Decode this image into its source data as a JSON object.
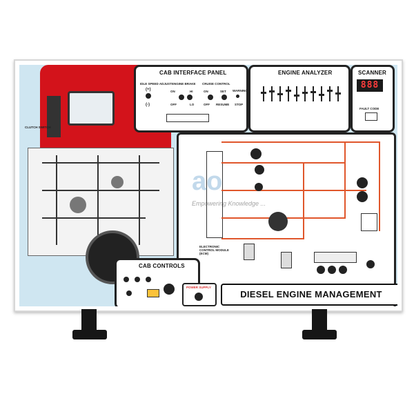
{
  "cab_interface_panel": {
    "title": "CAB INTERFACE PANEL",
    "idle_speed_adjust": "IDLE SPEED ADJUST",
    "plus": "(+)",
    "minus": "(-)",
    "engine_brake": "ENGINE BRAKE",
    "on": "ON",
    "off": "OFF",
    "hi": "HI",
    "lo": "LO",
    "cruise_control": "CRUISE CONTROL",
    "set": "SET",
    "resume": "RESUME",
    "warning": "WARNING",
    "stop": "STOP"
  },
  "engine_analyzer": {
    "title": "ENGINE ANALYZER"
  },
  "scanner": {
    "title": "SCANNER",
    "display": "888",
    "fault_code": "FAULT CODE"
  },
  "cab_controls": {
    "title": "CAB CONTROLS"
  },
  "power_supply": {
    "label": "POWER SUPPLY"
  },
  "trainer_title": "DIESEL ENGINE MANAGEMENT TRAINER",
  "clutch_switch": "CLUTCH SWITCH",
  "ecm_label": "ELECTRONIC CONTROL MODULE (ECM)",
  "watermark": {
    "logo": "ao",
    "tagline": "Empowering Knowledge ..."
  },
  "colors": {
    "truck": "#d3131b",
    "wire": "#e0562b",
    "background": "#cfe6f1"
  }
}
